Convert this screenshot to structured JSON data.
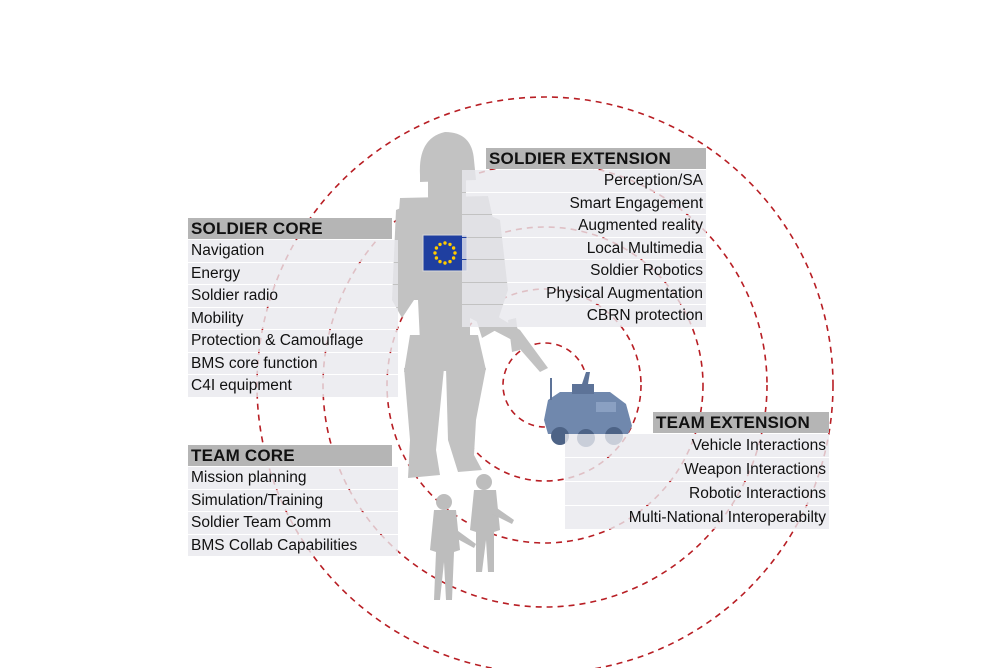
{
  "colors": {
    "ring": "#b81e24",
    "header_bg": "#b5b5b5",
    "item_bg": "#e8e8ee",
    "silhouette": "#bdbdbd",
    "vehicle": "#6f86aa",
    "eu_blue": "#1f3fa0",
    "eu_star": "#ffcc00"
  },
  "icons": [
    "soldier-silhouette-icon",
    "eu-flag-icon",
    "vehicle-icon",
    "small-soldier-icon",
    "concentric-rings"
  ],
  "panels": {
    "soldier_core": {
      "title": "SOLDIER CORE",
      "items": [
        "Navigation",
        "Energy",
        "Soldier radio",
        "Mobility",
        "Protection & Camouflage",
        "BMS core function",
        "C4I equipment"
      ]
    },
    "soldier_extension": {
      "title": "SOLDIER EXTENSION",
      "items": [
        "Perception/SA",
        "Smart Engagement",
        "Augmented reality",
        "Local Multimedia",
        "Soldier Robotics",
        "Physical Augmentation",
        "CBRN protection"
      ]
    },
    "team_core": {
      "title": "TEAM CORE",
      "items": [
        "Mission planning",
        "Simulation/Training",
        "Soldier Team Comm",
        "BMS Collab Capabilities"
      ]
    },
    "team_extension": {
      "title": "TEAM EXTENSION",
      "items": [
        "Vehicle Interactions",
        "Weapon Interactions",
        "Robotic Interactions",
        "Multi-National  Interoperabilty"
      ]
    }
  }
}
